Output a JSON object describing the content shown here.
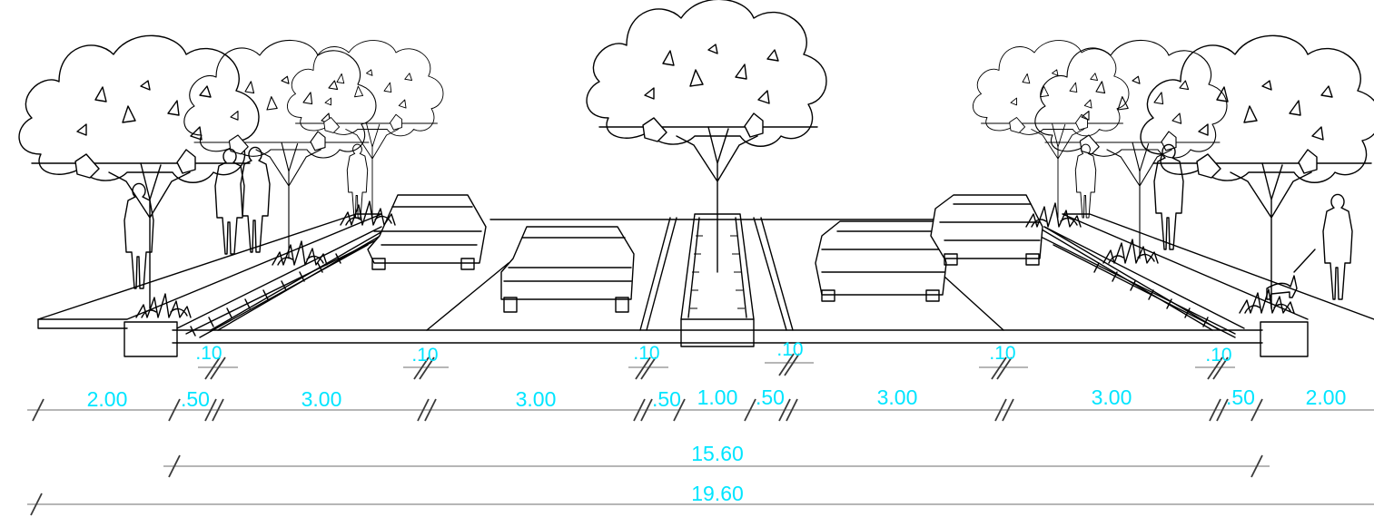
{
  "dimensions": {
    "row_small": [
      ".10",
      ".10",
      ".10",
      ".10",
      ".10",
      ".10"
    ],
    "row_main": [
      "2.00",
      ".50",
      "3.00",
      "3.00",
      ".50",
      "1.00",
      ".50",
      "3.00",
      "3.00",
      ".50",
      "2.00"
    ],
    "carriageway_total": "15.60",
    "overall_total": "19.60"
  },
  "colors": {
    "dimension_text": "#00e5ff",
    "dimension_line": "#8a8a8a",
    "ink": "#000000"
  }
}
